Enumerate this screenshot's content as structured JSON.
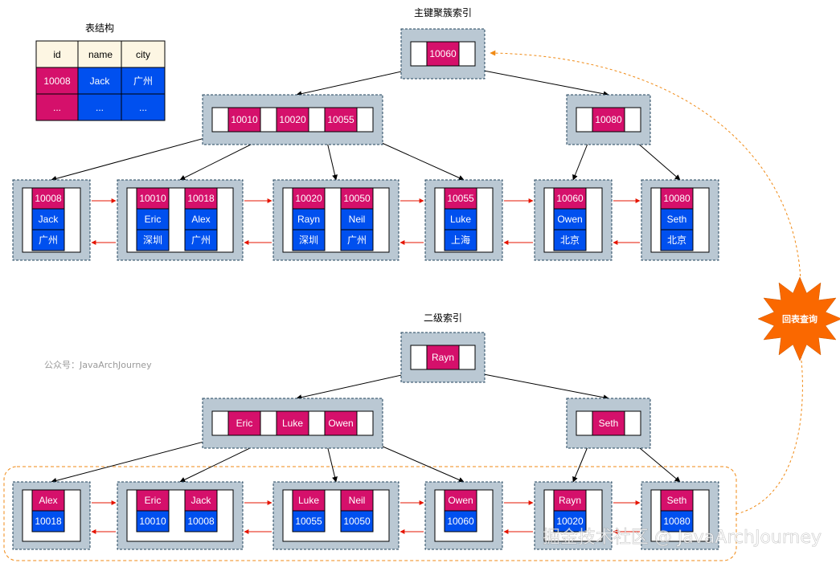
{
  "titles": {
    "primary_index": "主键聚簇索引",
    "secondary_index": "二级索引",
    "table_structure": "表结构",
    "back_to_table": "回表查询",
    "account": "公众号：JavaArchJourney",
    "watermark": "掘金技术社区 @ JavaArchJourney"
  },
  "table": {
    "headers": [
      "id",
      "name",
      "city"
    ],
    "rows": [
      [
        "10008",
        "Jack",
        "广州"
      ],
      [
        "...",
        "...",
        "..."
      ]
    ]
  },
  "primary": {
    "root": [
      "10060"
    ],
    "internal_left": [
      "10010",
      "10020",
      "10055"
    ],
    "internal_right": [
      "10080"
    ],
    "leaves": [
      [
        {
          "key": "10008",
          "name": "Jack",
          "city": "广州"
        }
      ],
      [
        {
          "key": "10010",
          "name": "Eric",
          "city": "深圳"
        },
        {
          "key": "10018",
          "name": "Alex",
          "city": "广州"
        }
      ],
      [
        {
          "key": "10020",
          "name": "Rayn",
          "city": "深圳"
        },
        {
          "key": "10050",
          "name": "Neil",
          "city": "广州"
        }
      ],
      [
        {
          "key": "10055",
          "name": "Luke",
          "city": "上海"
        }
      ],
      [
        {
          "key": "10060",
          "name": "Owen",
          "city": "北京"
        }
      ],
      [
        {
          "key": "10080",
          "name": "Seth",
          "city": "北京"
        }
      ]
    ]
  },
  "secondary": {
    "root": [
      "Rayn"
    ],
    "internal_left": [
      "Eric",
      "Luke",
      "Owen"
    ],
    "internal_right": [
      "Seth"
    ],
    "leaves": [
      [
        {
          "key": "Alex",
          "id": "10018"
        }
      ],
      [
        {
          "key": "Eric",
          "id": "10010"
        },
        {
          "key": "Jack",
          "id": "10008"
        }
      ],
      [
        {
          "key": "Luke",
          "id": "10055"
        },
        {
          "key": "Neil",
          "id": "10050"
        }
      ],
      [
        {
          "key": "Owen",
          "id": "10060"
        }
      ],
      [
        {
          "key": "Rayn",
          "id": "10020"
        }
      ],
      [
        {
          "key": "Seth",
          "id": "10080"
        }
      ]
    ]
  },
  "colors": {
    "key_cell": "#d5106b",
    "value_cell": "#0050ef",
    "node_fill": "#bac8d3",
    "table_header": "#fdf6e3",
    "leaf_link": "#e51400",
    "back_link": "#f08a15",
    "star": "#fa6800"
  }
}
